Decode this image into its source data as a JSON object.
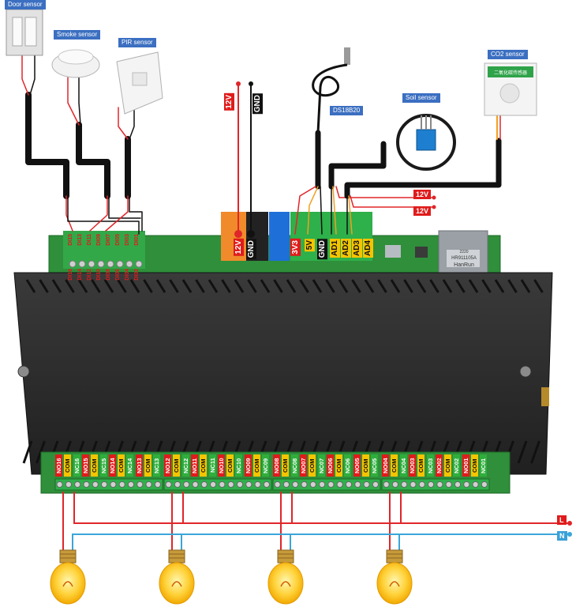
{
  "sensors": {
    "door": "Door sensor",
    "smoke": "Smoke sensor",
    "pir": "PIR sensor",
    "ds18b20": "DS18B20",
    "soil": "Soil sensor",
    "co2": "CO2 sensor"
  },
  "power": {
    "v12_top": "12V",
    "gnd_top": "GND",
    "v12_tag_a": "12V",
    "v12_tag_b": "12V"
  },
  "terminals": {
    "v12": "12V",
    "gnd": "GND",
    "v3": "3V3",
    "v5": "5V",
    "gnd2": "GND",
    "ad": [
      "AD1",
      "AD2",
      "AD3",
      "AD4"
    ]
  },
  "di_top": [
    "DI15",
    "DI13",
    "DI11",
    "DI09",
    "DI07",
    "DI05",
    "DI03",
    "DI01"
  ],
  "di_bottom": [
    "DI16",
    "DI14",
    "DI12",
    "DI10",
    "DI08",
    "DI06",
    "DI04",
    "DI02"
  ],
  "relay_groups": [
    [
      "NO16",
      "COM",
      "NC16",
      "NO15",
      "COM",
      "NC15",
      "NO14",
      "COM",
      "NC14",
      "NO13",
      "COM",
      "NC13"
    ],
    [
      "NO12",
      "COM",
      "NC12",
      "NO11",
      "COM",
      "NC11",
      "NO10",
      "COM",
      "NC10",
      "NO09",
      "COM",
      "NC09"
    ],
    [
      "NO08",
      "COM",
      "NC08",
      "NO07",
      "COM",
      "NC07",
      "NO06",
      "COM",
      "NC06",
      "NO05",
      "COM",
      "NC05"
    ],
    [
      "NO04",
      "COM",
      "NC04",
      "NO03",
      "COM",
      "NC03",
      "NO02",
      "COM",
      "NC02",
      "NO01",
      "COM",
      "NC01"
    ]
  ],
  "mains": {
    "live": "L",
    "neutral": "N"
  },
  "chip": {
    "line1": "HR911105A",
    "line2": "2220",
    "brand": "HanRun"
  },
  "co2_screen_text": "二氧化碳传感器",
  "colors": {
    "red_wire": "#e0262a",
    "blue_wire": "#3aa6d9",
    "black_wire": "#111111",
    "orange_wire": "#f0a020",
    "pcb": "#2f8f3a",
    "housing": "#2a2a2a",
    "term_red": "#e01b1b",
    "term_yellow": "#f5c400",
    "term_green": "#2fae3c"
  }
}
